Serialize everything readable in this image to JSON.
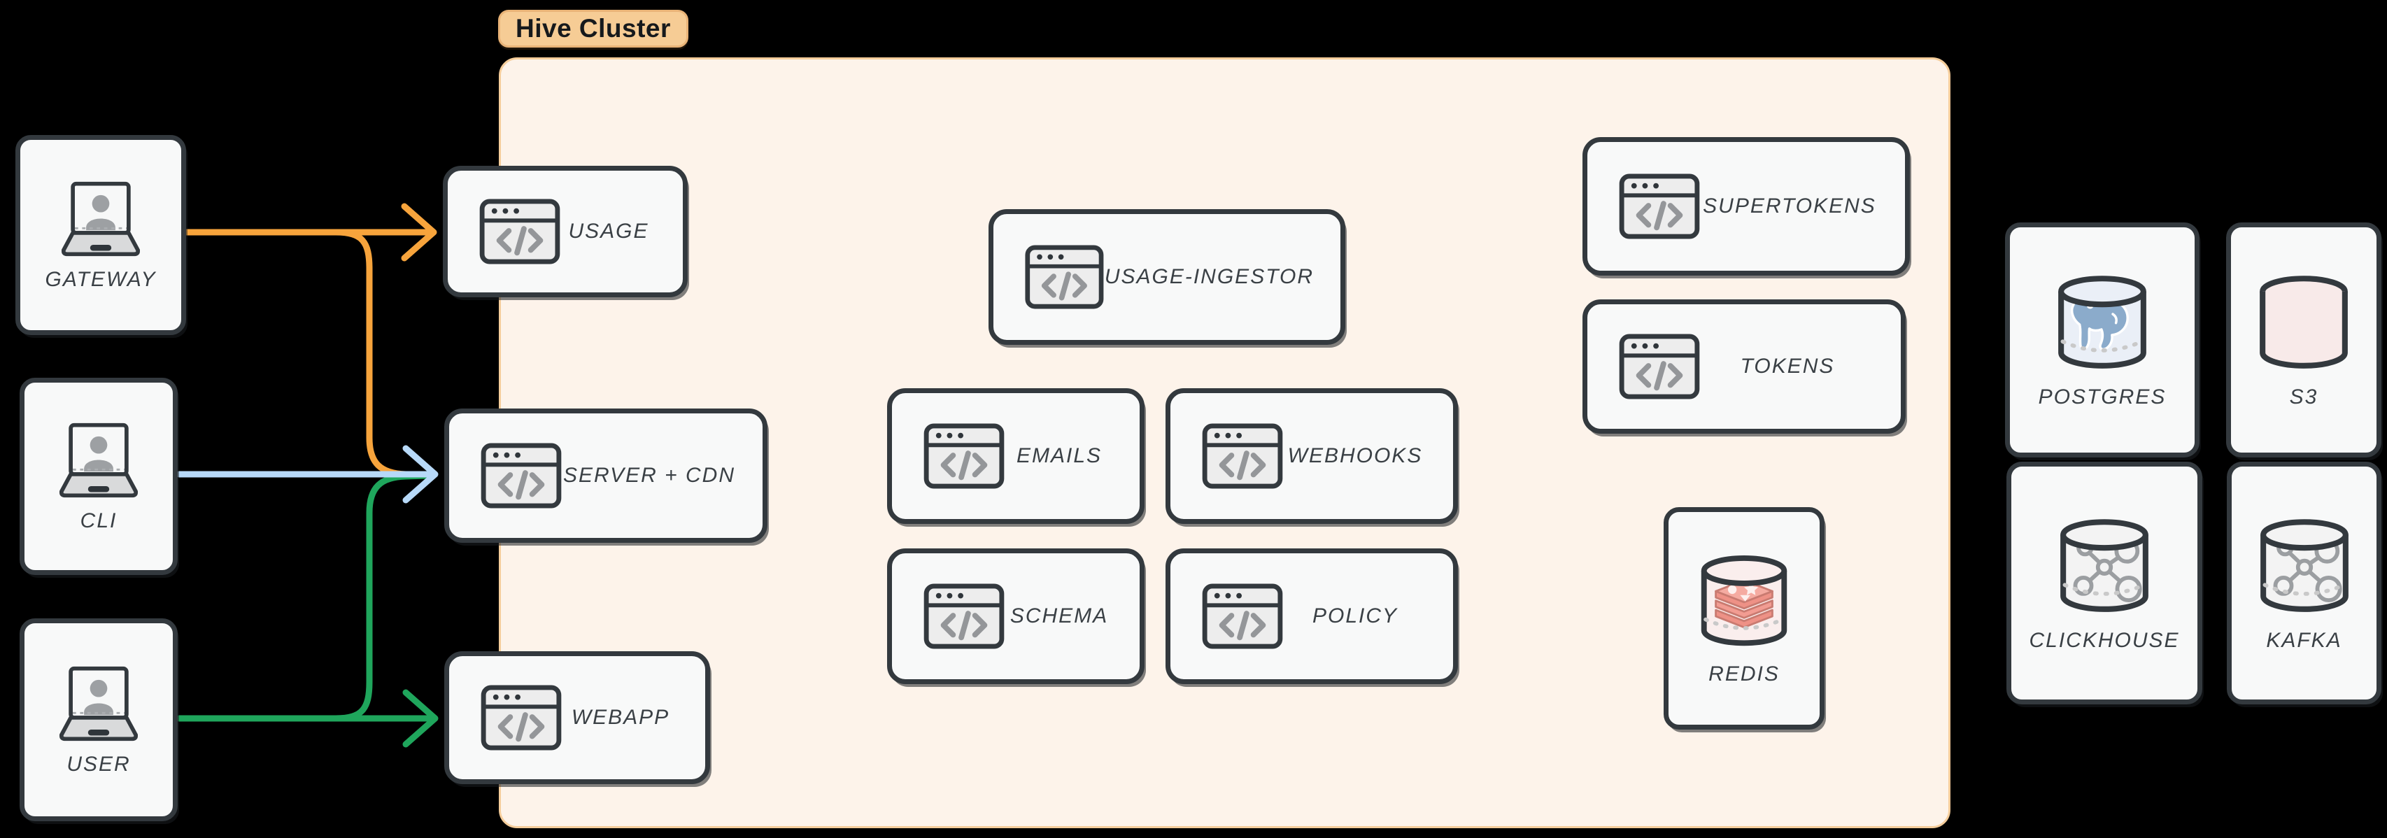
{
  "cluster_label": "Hive Cluster",
  "nodes": {
    "gateway": "GATEWAY",
    "cli": "CLI",
    "user": "USER",
    "usage": "USAGE",
    "server_cdn": "SERVER + CDN",
    "webapp": "WEBAPP",
    "usage_ingestor": "USAGE-INGESTOR",
    "emails": "EMAILS",
    "webhooks": "WEBHOOKS",
    "schema": "SCHEMA",
    "policy": "POLICY",
    "supertokens": "SUPERTOKENS",
    "tokens": "TOKENS",
    "redis": "REDIS",
    "postgres": "POSTGRES",
    "s3": "S3",
    "clickhouse": "CLICKHOUSE",
    "kafka": "KAFKA"
  },
  "edges": [
    {
      "from": "GATEWAY",
      "to": "USAGE",
      "color": "orange"
    },
    {
      "from": "GATEWAY",
      "to": "SERVER + CDN",
      "color": "orange"
    },
    {
      "from": "CLI",
      "to": "SERVER + CDN",
      "color": "blue"
    },
    {
      "from": "USER",
      "to": "SERVER + CDN",
      "color": "green"
    },
    {
      "from": "USER",
      "to": "WEBAPP",
      "color": "green"
    }
  ],
  "colors": {
    "edge_orange": "#F7A43C",
    "edge_blue": "#B7D9F8",
    "edge_green": "#1FA65C",
    "cluster_bg": "#FDF3EA",
    "cluster_border": "#F5CD9B",
    "cluster_label_bg": "#F6CC95",
    "cluster_label_text": "#16191C",
    "node_bg": "#F8F9F9",
    "node_border": "#33393E",
    "label_text": "#3A4045",
    "icon_window_fill": "#EDEDED",
    "icon_glyph": "#949699",
    "postgres_fill": "#EAEFF7",
    "postgres_logo": "#8BABCB",
    "s3_fill": "#F8EAE9",
    "s3_logo": "#E8968C",
    "redis_fill": "#FAEEED",
    "redis_logo": "#F29C92",
    "gray_fill": "#F3F3F3",
    "gray_logo": "#9B9EA1"
  }
}
